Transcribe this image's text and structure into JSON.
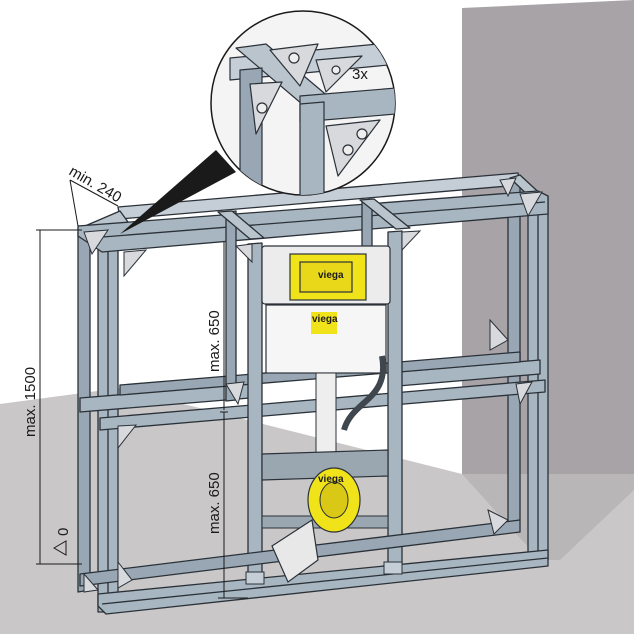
{
  "dimensions": {
    "min_depth": "min. 240",
    "max_height": "max. 1500",
    "max_upper": "max. 650",
    "max_lower": "max. 650",
    "zero": "0"
  },
  "detail": {
    "quantity": "3x"
  },
  "cistern": {
    "brand_top": "viega",
    "brand_front": "viega",
    "brand_bowl": "viega"
  },
  "colors": {
    "wall": "#a7a3a6",
    "floor": "#c9c7c8",
    "frame_face": "#a8b6c1",
    "frame_edge": "#2b3138",
    "accent_yellow": "#f1e31a",
    "bracket": "#d7d9dc"
  }
}
